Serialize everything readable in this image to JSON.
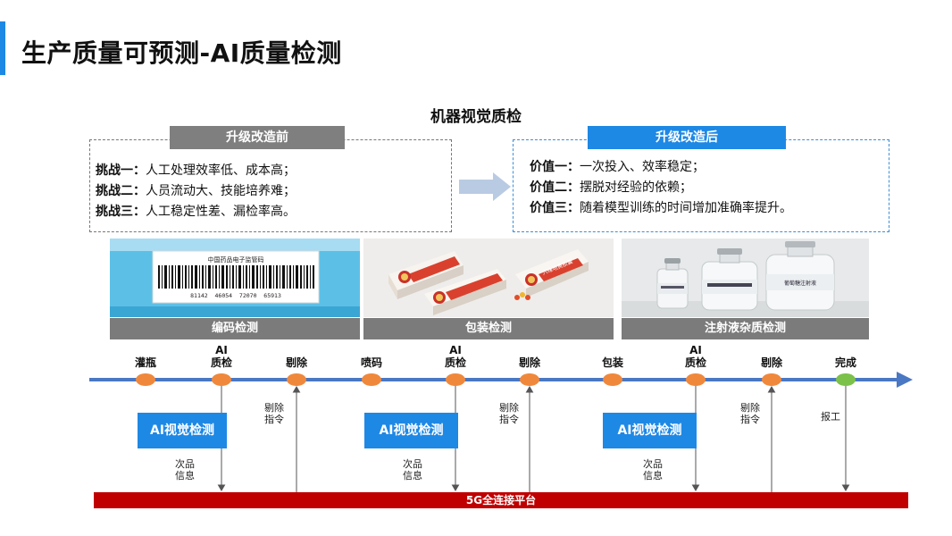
{
  "slide": {
    "title": "生产质量可预测-AI质量检测",
    "accent_color": "#1e88e5"
  },
  "section": {
    "title": "机器视觉质检"
  },
  "before": {
    "header": "升级改造前",
    "items": [
      {
        "key": "挑战一：",
        "text": "人工处理效率低、成本高；"
      },
      {
        "key": "挑战二：",
        "text": "人员流动大、技能培养难；"
      },
      {
        "key": "挑战三：",
        "text": "人工稳定性差、漏检率高。"
      }
    ]
  },
  "after": {
    "header": "升级改造后",
    "items": [
      {
        "key": "价值一：",
        "text": "一次投入、效率稳定；"
      },
      {
        "key": "价值二：",
        "text": "摆脱对经验的依赖；"
      },
      {
        "key": "价值三：",
        "text": "随着模型训练的时间增加准确率提升。"
      }
    ]
  },
  "photos": [
    {
      "label": "编码检测",
      "barcode_heading": "中国药品电子监管码",
      "barcode_digits": "81142  46054  72070  65913"
    },
    {
      "label": "包装检测",
      "box_text": "六味地黄胶囊"
    },
    {
      "label": "注射液杂质检测",
      "bottle_text": "葡萄糖注射液"
    }
  ],
  "timeline": {
    "steps": [
      {
        "label": "灌瓶",
        "node_color": "#f0883c"
      },
      {
        "label": "AI\n质检",
        "node_color": "#f0883c"
      },
      {
        "label": "剔除",
        "node_color": "#f0883c"
      },
      {
        "label": "喷码",
        "node_color": "#f0883c"
      },
      {
        "label": "AI\n质检",
        "node_color": "#f0883c"
      },
      {
        "label": "剔除",
        "node_color": "#f0883c"
      },
      {
        "label": "包装",
        "node_color": "#f0883c"
      },
      {
        "label": "AI\n质检",
        "node_color": "#f0883c"
      },
      {
        "label": "剔除",
        "node_color": "#f0883c"
      },
      {
        "label": "完成",
        "node_color": "#7cc14a"
      }
    ],
    "line_color": "#4a78c2",
    "ai_boxes": [
      "AI视觉检测",
      "AI视觉检测",
      "AI视觉检测"
    ],
    "defect_info_label": "次品\n信息",
    "reject_command_label": "剔除\n指令",
    "report_label": "报工"
  },
  "platform": {
    "label": "5G全连接平台",
    "color": "#c00000"
  }
}
